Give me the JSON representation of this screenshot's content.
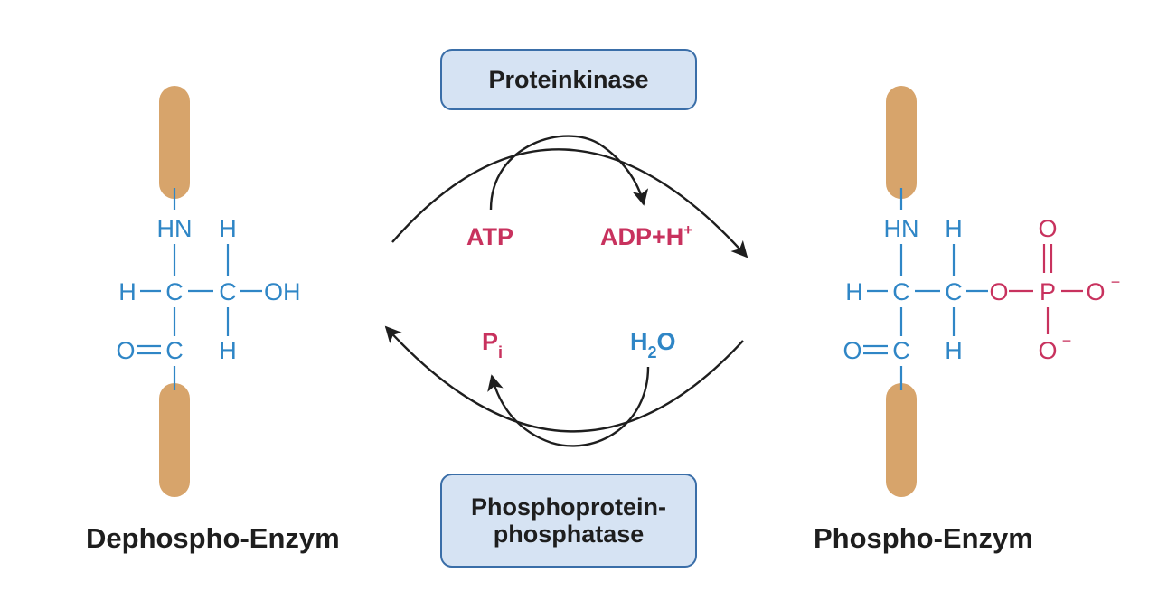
{
  "enzyme_left": {
    "caption": "Dephospho-Enzym",
    "atoms": {
      "hn": "HN",
      "h_top": "H",
      "h_left": "H",
      "c1": "C",
      "c2": "C",
      "oh": "OH",
      "o": "O",
      "c3": "C",
      "h_bottom": "H"
    }
  },
  "enzyme_right": {
    "caption": "Phospho-Enzym",
    "atoms": {
      "hn": "HN",
      "h_top": "H",
      "h_left": "H",
      "c1": "C",
      "c2": "C",
      "o_link": "O",
      "p": "P",
      "o_minus_right": "O",
      "o_top": "O",
      "o_minus_bottom": "O",
      "o": "O",
      "c3": "C",
      "h_bottom": "H",
      "minus": "−"
    }
  },
  "kinase": {
    "label": "Proteinkinase"
  },
  "phosphatase": {
    "line1": "Phosphoprotein-",
    "line2": "phosphatase"
  },
  "reactants": {
    "atp": "ATP",
    "adp": "ADP+H",
    "adp_sup": "+",
    "pi_main": "P",
    "pi_sub": "i",
    "h2o_h": "H",
    "h2o_sub": "2",
    "h2o_o": "O"
  },
  "colors": {
    "enzyme_bar": "#d7a46b",
    "molecule_blue": "#2f86c6",
    "phosphate_magenta": "#c8325e",
    "box_fill": "#d6e3f3",
    "box_border": "#3a6ea8",
    "arrow": "#1e1e1e"
  }
}
